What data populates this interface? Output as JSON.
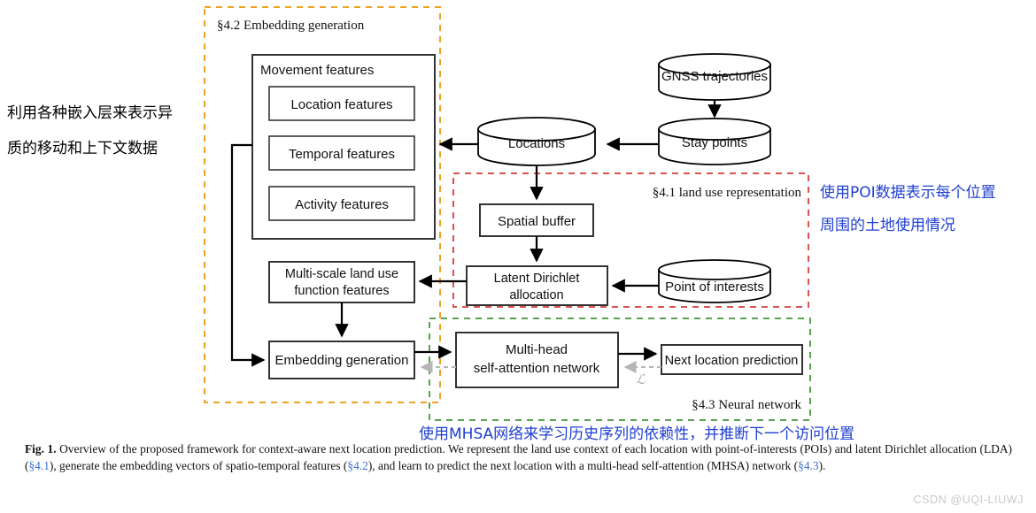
{
  "figure": {
    "sections": {
      "embedding": {
        "label": "§4.2 Embedding generation",
        "color": "#f0a323"
      },
      "landuse": {
        "label": "§4.1 land use representation",
        "color": "#d9534f"
      },
      "neural": {
        "label": "§4.3 Neural network",
        "color": "#57a14f"
      }
    },
    "nodes": {
      "movement_features": "Movement features",
      "location_features": "Location features",
      "temporal_features": "Temporal features",
      "activity_features": "Activity features",
      "multiscale_landuse_line1": "Multi-scale land use",
      "multiscale_landuse_line2": "function features",
      "embedding_generation": "Embedding generation",
      "gnss_trajectories": "GNSS trajectories",
      "stay_points": "Stay points",
      "locations": "Locations",
      "spatial_buffer": "Spatial buffer",
      "lda_line1": "Latent Dirichlet",
      "lda_line2": "allocation",
      "point_of_interests": "Point of interests",
      "mhsa_line1": "Multi-head",
      "mhsa_line2": "self-attention network",
      "next_location": "Next location prediction"
    },
    "annotations": {
      "left_line1": "利用各种嵌入层来表示异",
      "left_line2": "质的移动和上下文数据",
      "right_line1": "使用POI数据表示每个位置",
      "right_line2": "周围的土地使用情况",
      "bottom": "使用MHSA网络来学习历史序列的依赖性，并推断下一个访问位置",
      "loss_symbol": "ℒ"
    }
  },
  "caption": {
    "label": "Fig. 1.",
    "part1": " Overview of the proposed framework for context-aware next location prediction. We represent the land use context of each location with point-of-interests (POIs) and latent Dirichlet allocation (LDA) (",
    "ref1": "§4.1",
    "part2": "), generate the embedding vectors of spatio-temporal features (",
    "ref2": "§4.2",
    "part3": "), and learn to predict the next location with a multi-head self-attention (MHSA) network (",
    "ref3": "§4.3",
    "part4": ")."
  },
  "watermark": {
    "text": "CSDN @UQI-LIUWJ"
  }
}
